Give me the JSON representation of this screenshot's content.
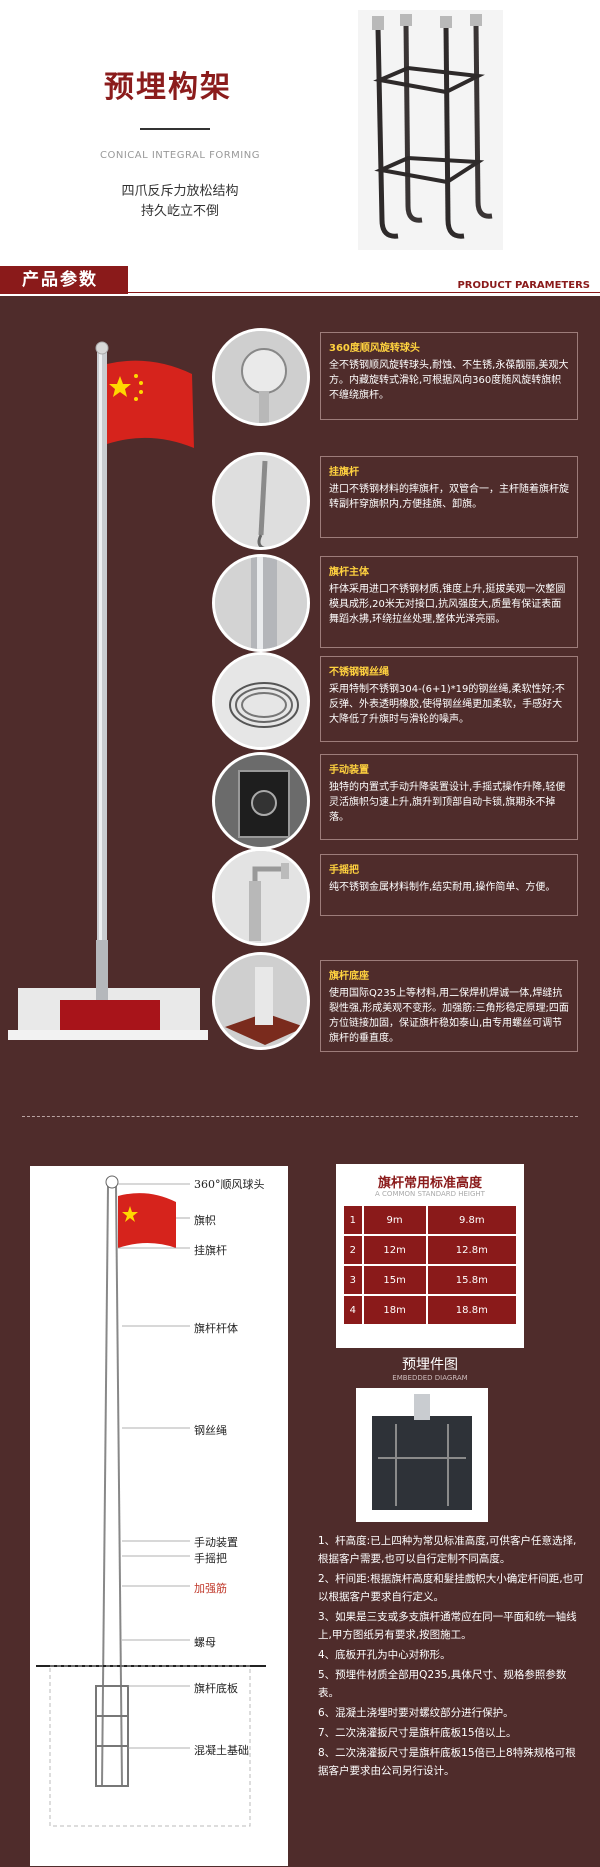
{
  "hero": {
    "title": "预埋构架",
    "subtitle_en": "CONICAL INTEGRAL FORMING",
    "line1": "四爪反斥力放松结构",
    "line2": "持久屹立不倒"
  },
  "banner": {
    "label": "产品参数",
    "label_en": "PRODUCT PARAMETERS"
  },
  "features": [
    {
      "title": "360度顺风旋转球头",
      "desc": "全不锈钢顺风旋转球头,耐蚀、不生锈,永葆靓丽,美观大方。内藏旋转式滑轮,可根据风向360度随风旋转旗帜不缠绕旗杆。"
    },
    {
      "title": "挂旗杆",
      "desc": "进口不锈钢材料的摔旗杆，双管合一，主杆随着旗杆旋转副杆穿旗帜内,方便挂旗、卸旗。"
    },
    {
      "title": "旗杆主体",
      "desc": "杆体采用进口不锈钢材质,锥度上升,挺拔美观一次整圆模具成形,20米无对接口,抗风强度大,质量有保证表面舞蹈水拂,环绕拉丝处理,整体光泽亮丽。"
    },
    {
      "title": "不锈钢钢丝绳",
      "desc": "采用特制不锈钢304-(6+1)*19的钢丝绳,柔软性好;不反弹、外表透明橡胶,使得钢丝绳更加柔软，手感好大大降低了升旗时与滑轮的噪声。"
    },
    {
      "title": "手动装置",
      "desc": "独特的内置式手动升降装置设计,手摇式操作升降,轻便灵活旗帜匀速上升,旗升到顶部自动卡锁,旗期永不掉落。"
    },
    {
      "title": "手摇把",
      "desc": "纯不锈钢金属材料制作,结实耐用,操作简单、方便。"
    },
    {
      "title": "旗杆底座",
      "desc": "使用国际Q235上等材料,用二保焊机焊诚一体,焊缝抗裂性强,形成美观不变形。加强筋:三角形稳定原理;四面方位链接加固，保证旗杆稳如泰山,由专用螺丝可调节旗杆的垂直度。"
    }
  ],
  "diagram": {
    "labels": [
      "360°顺风球头",
      "旗帜",
      "挂旗杆",
      "旗杆杆体",
      "钢丝绳",
      "手动装置",
      "手摇把",
      "加强筋",
      "螺母",
      "旗杆底板",
      "混凝土基础"
    ]
  },
  "standard": {
    "title": "旗杆常用标准高度",
    "subtitle": "A COMMON STANDARD HEIGHT",
    "rows": [
      [
        "1",
        "9m",
        "9.8m"
      ],
      [
        "2",
        "12m",
        "12.8m"
      ],
      [
        "3",
        "15m",
        "15.8m"
      ],
      [
        "4",
        "18m",
        "18.8m"
      ]
    ]
  },
  "embedded": {
    "title": "预埋件图",
    "subtitle": "EMBEDDED DIAGRAM"
  },
  "notes": [
    "1、杆高度:已上四种为常见标准高度,可供客户任意选择,根据客户需要,也可以自行定制不同高度。",
    "2、杆间距:根据旗杆高度和髮挂戲帜大小确定杆间距,也可以根据客户要求自行定义。",
    "3、如果是三支或多支旗杆通常应在同一平面和统一轴线上,甲方图纸另有要求,按图施工。",
    "4、底板开孔为中心对称形。",
    "5、预埋件材质全部用Q235,具体尺寸、规格参照参数表。",
    "6、混凝土浇埋时要对螺纹部分进行保护。",
    "7、二次浇灌扳尺寸是旗杆底板15倍以上。",
    "8、二次浇灌扳尺寸是旗杆底板15倍已上8特殊规格可根据客户要求由公司另行设计。"
  ]
}
